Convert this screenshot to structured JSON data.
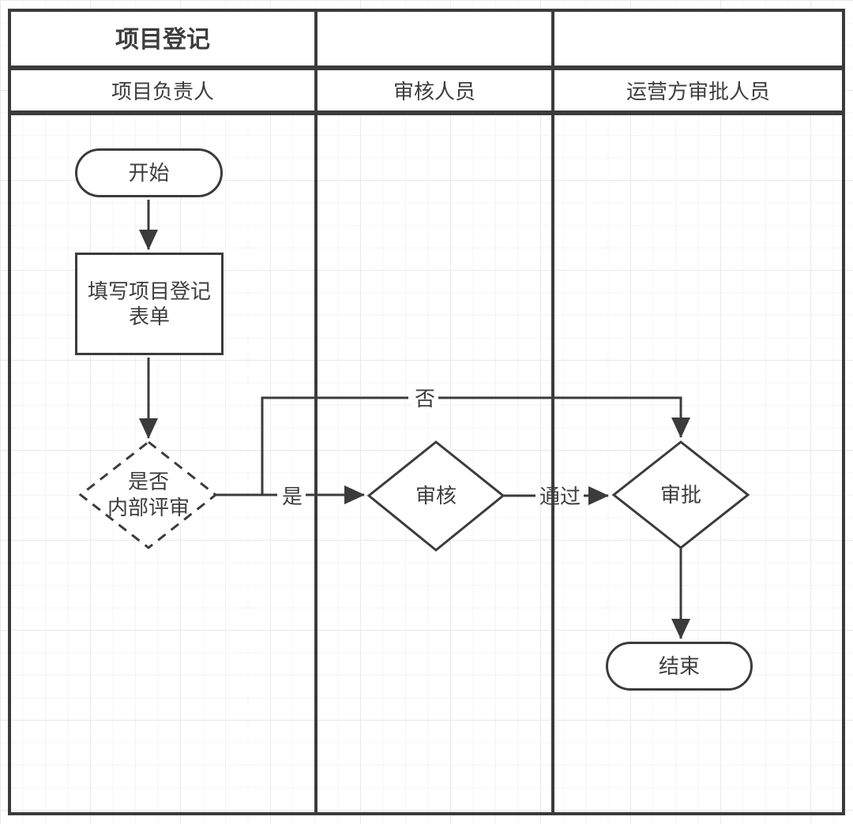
{
  "diagram": {
    "title": "项目登记",
    "lanes": [
      {
        "label": "项目负责人"
      },
      {
        "label": "审核人员"
      },
      {
        "label": "运营方审批人员"
      }
    ],
    "nodes": {
      "start": {
        "type": "terminator",
        "label": "开始"
      },
      "fill_form": {
        "type": "process",
        "lines": [
          "填写项目登记",
          "表单"
        ]
      },
      "internal_review": {
        "type": "decision",
        "border": "dashed",
        "lines": [
          "是否",
          "内部评审"
        ]
      },
      "review": {
        "type": "decision",
        "label": "审核"
      },
      "approve": {
        "type": "decision",
        "label": "审批"
      },
      "end": {
        "type": "terminator",
        "label": "结束"
      }
    },
    "edge_labels": {
      "yes": "是",
      "no": "否",
      "pass": "通过"
    },
    "colors": {
      "line": "#3b3b3b",
      "text": "#3d3d3d",
      "shape_fill": "#ffffff",
      "grid_minor": "#f4f4f7",
      "grid_major": "#e9e9ee"
    }
  }
}
